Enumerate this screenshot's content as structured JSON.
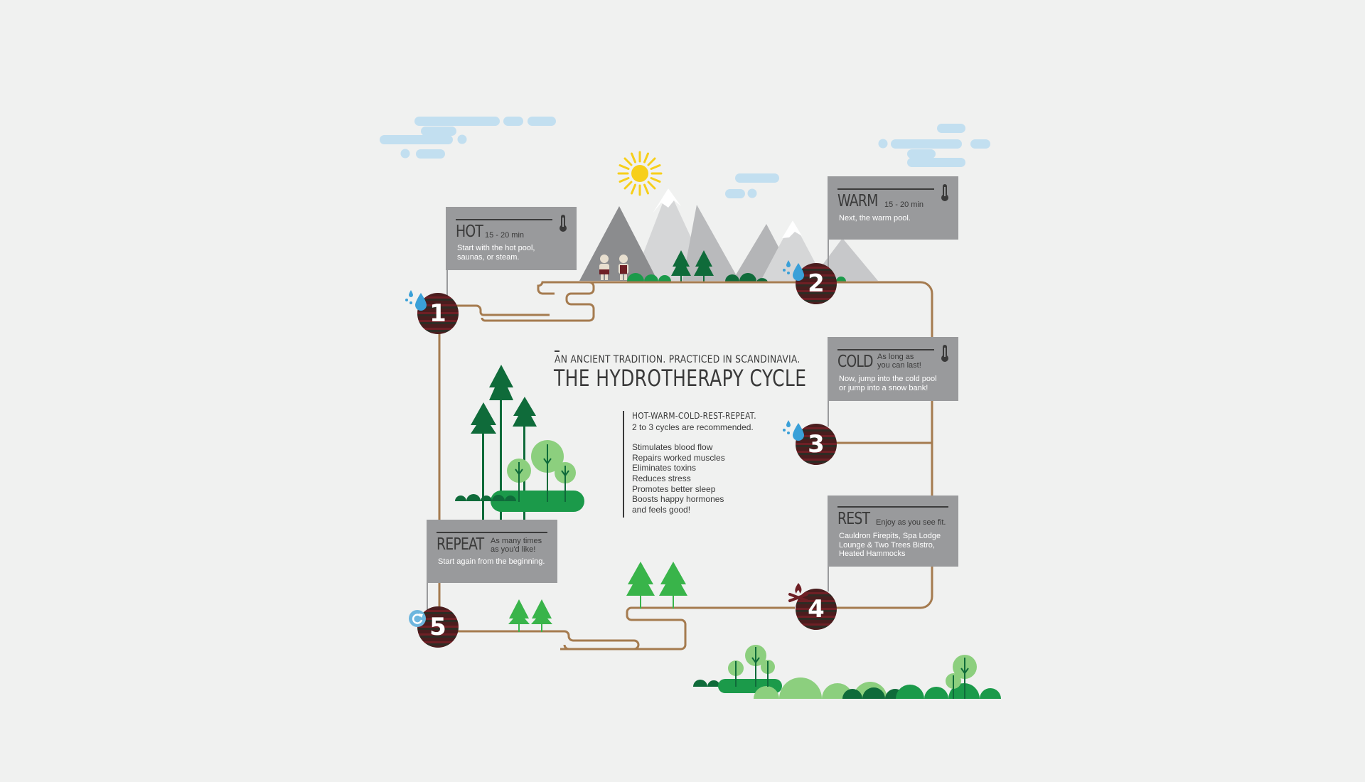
{
  "header": {
    "subtitle": "AN ANCIENT TRADITION. PRACTICED IN SCANDINAVIA.",
    "title": "THE HYDROTHERAPY CYCLE"
  },
  "benefits": {
    "heading": "HOT-WARM-COLD-REST-REPEAT.",
    "note": "2 to 3 cycles are recommended.",
    "items": [
      "Stimulates blood flow",
      "Repairs worked muscles",
      "Eliminates toxins",
      "Reduces stress",
      "Promotes better sleep",
      "Boosts happy hormones",
      "and feels good!"
    ]
  },
  "steps": [
    {
      "number": "1",
      "title": "HOT",
      "duration": "15 - 20 min",
      "desc": [
        "Start with the hot pool,",
        "saunas, or steam."
      ],
      "icon": "water-drops-icon"
    },
    {
      "number": "2",
      "title": "WARM",
      "duration": "15 - 20 min",
      "desc": [
        "Next, the warm pool."
      ],
      "icon": "water-drops-icon"
    },
    {
      "number": "3",
      "title": "COLD",
      "duration": "As long as you can last!",
      "duration_lines": [
        "As long as",
        "you can last!"
      ],
      "desc": [
        "Now, jump into the cold pool",
        "or jump into a snow bank!"
      ],
      "icon": "water-drops-icon"
    },
    {
      "number": "4",
      "title": "REST",
      "duration": "Enjoy as you see fit.",
      "desc": [
        "Cauldron Firepits, Spa Lodge",
        "Lounge & Two Trees Bistro,",
        "Heated Hammocks"
      ],
      "icon": "campfire-icon"
    },
    {
      "number": "5",
      "title": "REPEAT",
      "duration": "As many times as you'd like!",
      "duration_lines": [
        "As many times",
        "as you'd like!"
      ],
      "desc": [
        "Start again from the beginning."
      ],
      "icon": "repeat-icon"
    }
  ],
  "icons": [
    "sun-icon",
    "cloud-icon",
    "mountain-icon",
    "tree-icon",
    "thermometer-icon",
    "person-icon"
  ],
  "colors": {
    "background": "#f0f1f0",
    "path": "#a57b4f",
    "box": "#999a9c",
    "text_dark": "#3a3a3a",
    "dark_green": "#0f6b3a",
    "mid_green": "#1b9a4a",
    "light_green": "#39b44a",
    "pale_green": "#8ccf7e",
    "cloud": "#c2dff0",
    "sun": "#f7cf1a",
    "water": "#3aa0d8",
    "badge": "#6e1f25"
  }
}
